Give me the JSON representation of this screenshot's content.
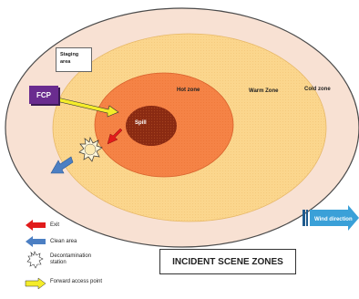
{
  "title": "INCIDENT SCENE ZONES",
  "zones": {
    "cold": "Cold zone",
    "warm": "Warm Zone",
    "hot": "Hot zone",
    "spill": "Spill"
  },
  "staging_area": "Staging area",
  "fcp": "FCP",
  "wind_direction": "Wind direction",
  "legend": [
    {
      "icon": "red-arrow-icon",
      "label": "Exit"
    },
    {
      "icon": "blue-arrow-icon",
      "label": "Clean area"
    },
    {
      "icon": "sun-burst-icon",
      "label": "Decontamination station"
    },
    {
      "icon": "yellow-arrow-icon",
      "label": "Forward access point"
    }
  ],
  "colors": {
    "cold_zone": "#f8e1d3",
    "warm_zone": "#fbd68d",
    "hot_zone": "#f58346",
    "spill": "#8a2a12",
    "fcp": "#6a2c8f",
    "exit": "#e11b1b",
    "clean": "#4c7fc3",
    "forward_access": "#f4ec2a",
    "wind": "#3aa0d8"
  }
}
